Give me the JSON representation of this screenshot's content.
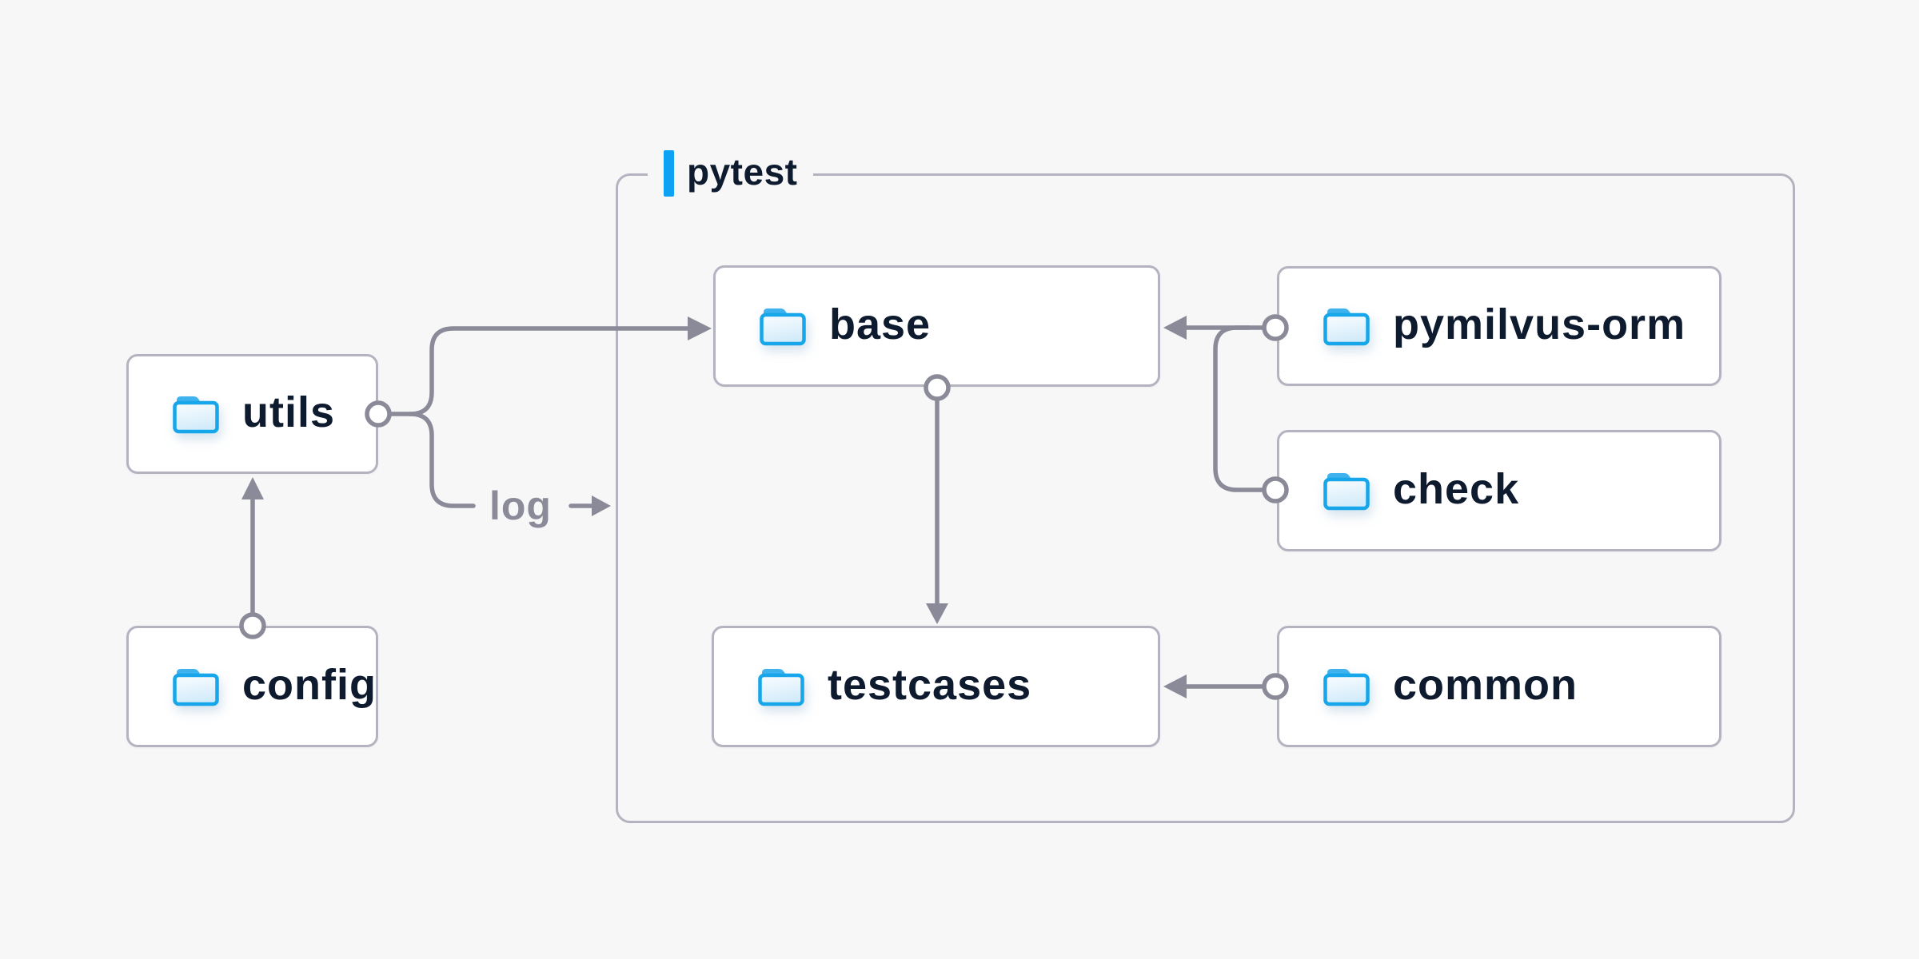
{
  "diagram": {
    "container_label": "pytest",
    "edge_label": "log",
    "nodes": [
      {
        "id": "utils",
        "label": "utils"
      },
      {
        "id": "config",
        "label": "config"
      },
      {
        "id": "base",
        "label": "base"
      },
      {
        "id": "testcases",
        "label": "testcases"
      },
      {
        "id": "pymilvus-orm",
        "label": "pymilvus-orm"
      },
      {
        "id": "check",
        "label": "check"
      },
      {
        "id": "common",
        "label": "common"
      }
    ],
    "edges": [
      {
        "from": "config",
        "to": "utils"
      },
      {
        "from": "utils",
        "to": "base"
      },
      {
        "from": "utils",
        "to": "pytest",
        "label": "log"
      },
      {
        "from": "pymilvus-orm",
        "to": "base"
      },
      {
        "from": "check",
        "to": "base"
      },
      {
        "from": "base",
        "to": "testcases"
      },
      {
        "from": "common",
        "to": "testcases"
      }
    ],
    "colors": {
      "background": "#f7f7f8",
      "node_fill": "#ffffff",
      "node_border": "#b4b4c1",
      "wire": "#8a8a98",
      "text": "#0e1a2e",
      "accent_blue": "#0ea3f2",
      "folder_blue": "#17a6ea"
    }
  }
}
